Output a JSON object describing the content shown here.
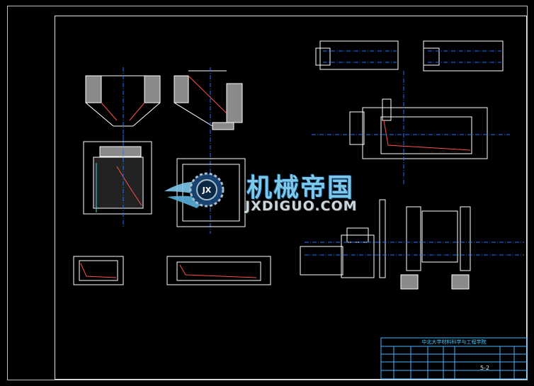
{
  "drawing": {
    "colors": {
      "background": "#000000",
      "border": "#e6e6e6",
      "geometry": "#ffffff",
      "centerline": "#1e74ff",
      "dimension": "#4fd0e0",
      "hatch": "#ff5050",
      "section_fill": "#9b9b9b",
      "titleblock_grid": "#42b8ff"
    }
  },
  "watermark": {
    "brand_cn": "机械帝国",
    "brand_en": "JXDIGUO.COM",
    "emblem_letters": "JX"
  },
  "title_block": {
    "school": "中北大学材料科学与工程学院",
    "drawing_code": "5-2"
  }
}
